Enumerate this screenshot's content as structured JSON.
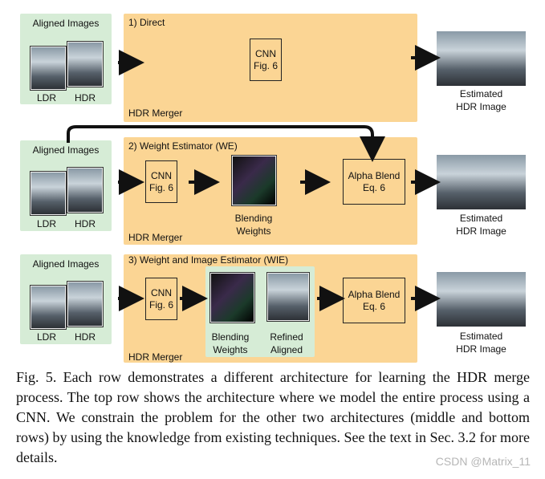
{
  "rows": [
    {
      "input_title": "Aligned Images",
      "ldr": "LDR",
      "hdr": "HDR",
      "section": "1) Direct",
      "cnn": [
        "CNN",
        "Fig. 6"
      ],
      "merger": "HDR Merger",
      "output": [
        "Estimated",
        "HDR Image"
      ]
    },
    {
      "input_title": "Aligned Images",
      "ldr": "LDR",
      "hdr": "HDR",
      "section": "2) Weight Estimator (WE)",
      "cnn": [
        "CNN",
        "Fig. 6"
      ],
      "weights": [
        "Blending",
        "Weights"
      ],
      "blend": [
        "Alpha Blend",
        "Eq. 6"
      ],
      "merger": "HDR Merger",
      "output": [
        "Estimated",
        "HDR Image"
      ]
    },
    {
      "input_title": "Aligned Images",
      "ldr": "LDR",
      "hdr": "HDR",
      "section": "3) Weight and Image Estimator (WIE)",
      "cnn": [
        "CNN",
        "Fig. 6"
      ],
      "weights": [
        "Blending",
        "Weights"
      ],
      "refined": [
        "Refined",
        "Aligned"
      ],
      "blend": [
        "Alpha Blend",
        "Eq. 6"
      ],
      "merger": "HDR Merger",
      "output": [
        "Estimated",
        "HDR Image"
      ]
    }
  ],
  "caption": "Fig. 5.   Each row demonstrates a different architecture for learning the HDR merge process. The top row shows the architecture where we model the entire process using a CNN. We constrain the problem for the other two architectures (middle and bottom rows) by using the knowledge from existing techniques. See the text in Sec. 3.2 for more details.",
  "watermark": "CSDN @Matrix_11",
  "colors": {
    "green_panel": "#d6ecd6",
    "orange_panel": "#fbd594",
    "arrow": "#111111"
  }
}
